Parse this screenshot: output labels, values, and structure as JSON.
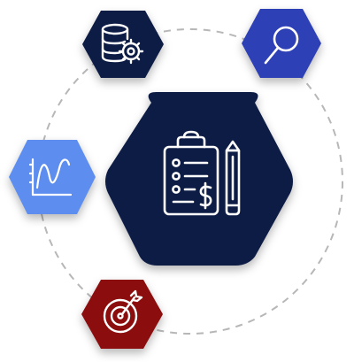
{
  "diagram": {
    "center": {
      "icon": "clipboard-checklist-pencil-dollar-icon",
      "color": "#0b1a45"
    },
    "nodes": [
      {
        "id": "database-settings",
        "icon": "database-gear-icon",
        "color": "#0b1a45"
      },
      {
        "id": "search",
        "icon": "magnifying-glass-icon",
        "color": "#2e3fb5"
      },
      {
        "id": "analytics",
        "icon": "line-chart-icon",
        "color": "#5b8def"
      },
      {
        "id": "target",
        "icon": "target-arrow-icon",
        "color": "#8b0c0c"
      }
    ],
    "ring": {
      "style": "dashed",
      "color": "#b7b7b7"
    }
  }
}
